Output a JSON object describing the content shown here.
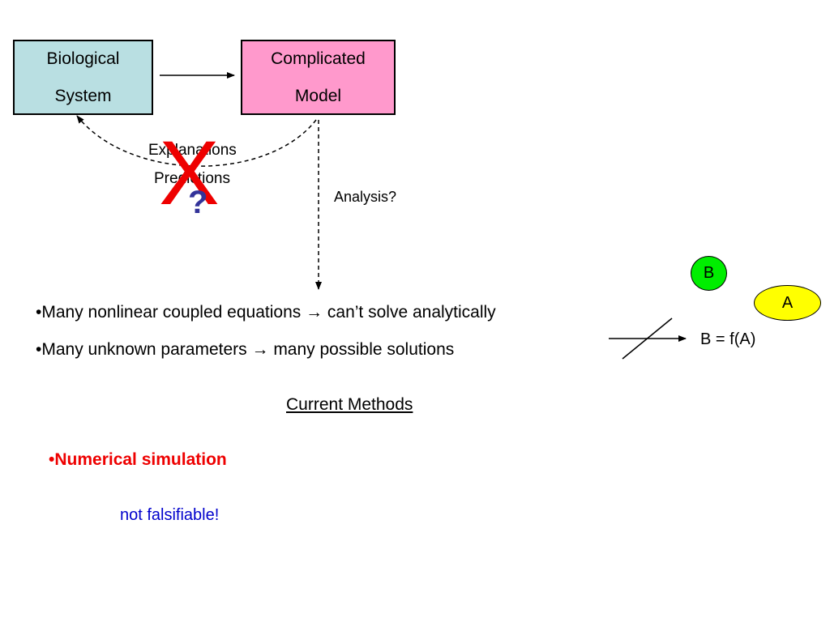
{
  "diagram": {
    "biological_system": {
      "line1": "Biological",
      "line2": "System",
      "fill": "#b9dfe2"
    },
    "complicated_model": {
      "line1": "Complicated",
      "line2": "Model",
      "fill": "#ff99cc"
    },
    "explanations_label": "Explanations",
    "predictions_label": "Predictions",
    "cross_mark": "X",
    "question_mark": "?",
    "analysis_label": "Analysis?",
    "x_color": "#ee0000",
    "question_color": "#333399"
  },
  "bullets": [
    {
      "text": "•Many nonlinear coupled equations → can’t solve analytically"
    },
    {
      "text": "•Many unknown parameters → many possible solutions"
    }
  ],
  "side_diagram": {
    "node_b": {
      "label": "B",
      "fill": "#00ee00"
    },
    "node_a": {
      "label": "A",
      "fill": "#ffff00"
    },
    "relation": "B = f(A)"
  },
  "methods": {
    "heading": "Current Methods",
    "numerical": "•Numerical simulation",
    "numerical_color": "#ee0000",
    "not_falsifiable": "not falsifiable!",
    "not_falsifiable_color": "#0000cc"
  }
}
